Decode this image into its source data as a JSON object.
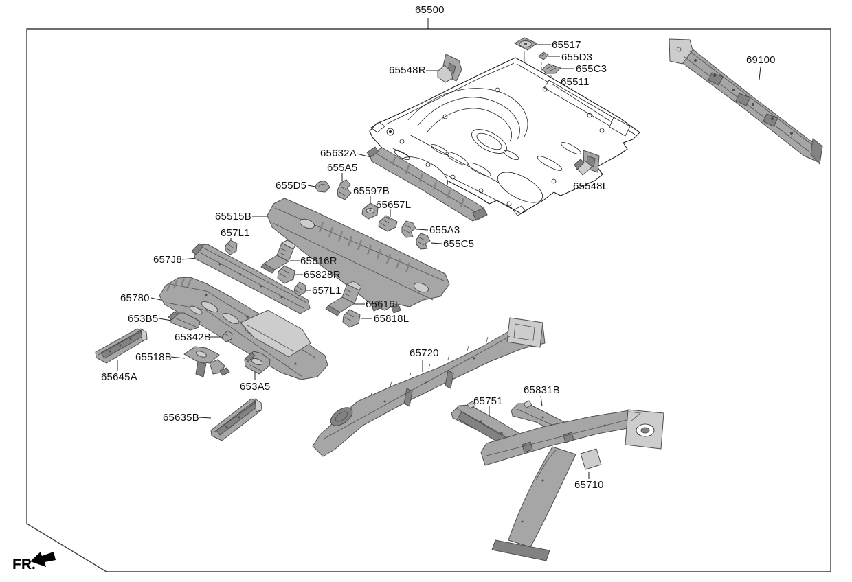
{
  "diagram": {
    "assembly_number": "65500",
    "front_indicator": "FR.",
    "part_labels": [
      {
        "part_number": "65500"
      },
      {
        "part_number": "65548R"
      },
      {
        "part_number": "65517"
      },
      {
        "part_number": "655D3"
      },
      {
        "part_number": "655C3"
      },
      {
        "part_number": "65511"
      },
      {
        "part_number": "69100"
      },
      {
        "part_number": "65632A"
      },
      {
        "part_number": "655A5"
      },
      {
        "part_number": "655D5"
      },
      {
        "part_number": "65597B"
      },
      {
        "part_number": "65657L"
      },
      {
        "part_number": "65515B"
      },
      {
        "part_number": "657L1"
      },
      {
        "part_number": "655A3"
      },
      {
        "part_number": "655C5"
      },
      {
        "part_number": "657J8"
      },
      {
        "part_number": "65616R"
      },
      {
        "part_number": "65828R"
      },
      {
        "part_number": "657L1"
      },
      {
        "part_number": "65780"
      },
      {
        "part_number": "65616L"
      },
      {
        "part_number": "653B5"
      },
      {
        "part_number": "65818L"
      },
      {
        "part_number": "65342B"
      },
      {
        "part_number": "65518B"
      },
      {
        "part_number": "65645A"
      },
      {
        "part_number": "653A5"
      },
      {
        "part_number": "65635B"
      },
      {
        "part_number": "65720"
      },
      {
        "part_number": "65548L"
      },
      {
        "part_number": "65751"
      },
      {
        "part_number": "65831B"
      },
      {
        "part_number": "65710"
      }
    ]
  },
  "colors": {
    "bg": "#ffffff",
    "line": "#1c1c1c",
    "label-color": "#111111",
    "part-fill": "#a6a6a6",
    "part-light": "#cdcdcd",
    "part-dark": "#828282",
    "part-stroke": "#4d4d4d"
  }
}
